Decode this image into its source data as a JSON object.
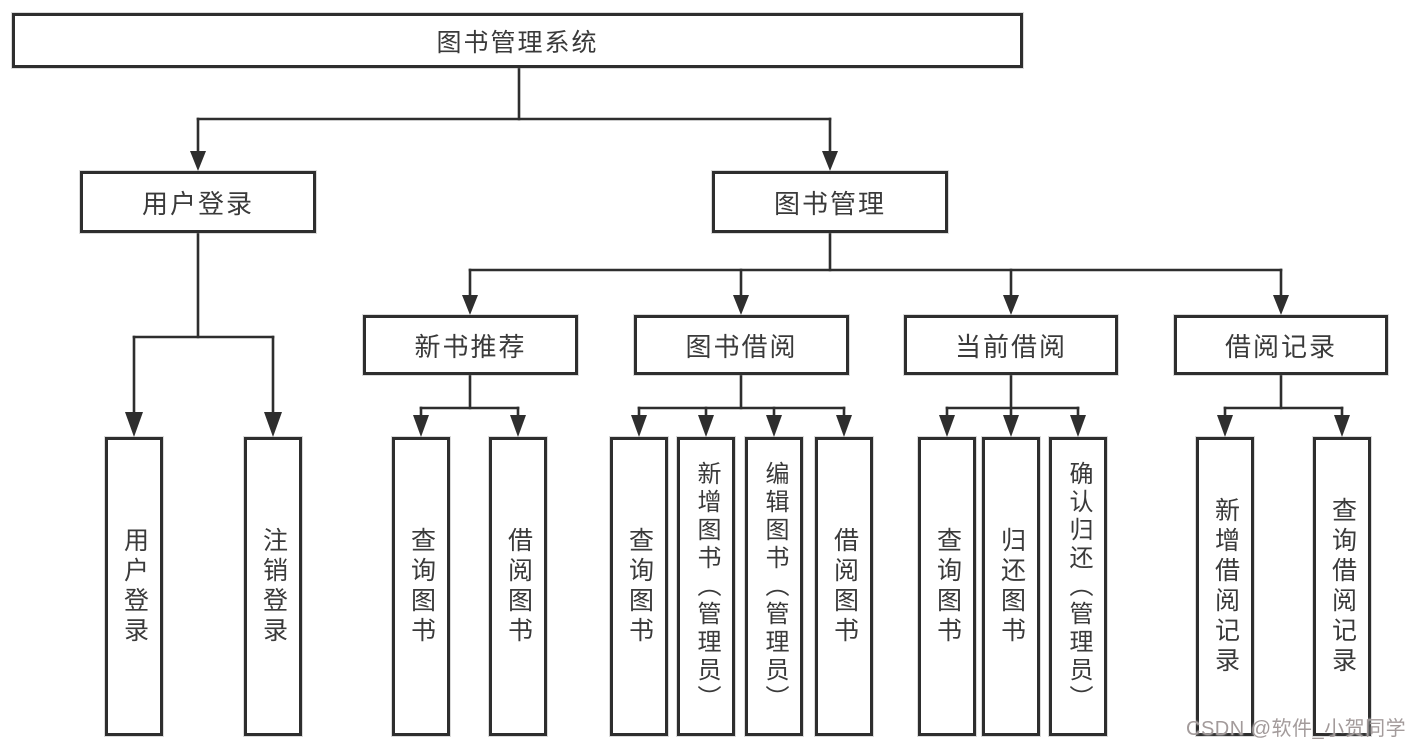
{
  "diagram": {
    "title_node": "图书管理系统",
    "root": {
      "label": "图书管理系统"
    },
    "level1": [
      {
        "label": "用户登录"
      },
      {
        "label": "图书管理"
      }
    ],
    "level2": [
      {
        "label": "新书推荐",
        "parent": "图书管理"
      },
      {
        "label": "图书借阅",
        "parent": "图书管理"
      },
      {
        "label": "当前借阅",
        "parent": "图书管理"
      },
      {
        "label": "借阅记录",
        "parent": "图书管理"
      }
    ],
    "leaves": [
      {
        "label": "用户登录",
        "parent": "用户登录"
      },
      {
        "label": "注销登录",
        "parent": "用户登录"
      },
      {
        "label": "查询图书",
        "parent": "新书推荐"
      },
      {
        "label": "借阅图书",
        "parent": "新书推荐"
      },
      {
        "label": "查询图书",
        "parent": "图书借阅"
      },
      {
        "label": "新增图书（管理员）",
        "parent": "图书借阅"
      },
      {
        "label": "编辑图书（管理员）",
        "parent": "图书借阅"
      },
      {
        "label": "借阅图书",
        "parent": "图书借阅"
      },
      {
        "label": "查询图书",
        "parent": "当前借阅"
      },
      {
        "label": "归还图书",
        "parent": "当前借阅"
      },
      {
        "label": "确认归还（管理员）",
        "parent": "当前借阅"
      },
      {
        "label": "新增借阅记录",
        "parent": "借阅记录"
      },
      {
        "label": "查询借阅记录",
        "parent": "借阅记录"
      }
    ]
  },
  "watermark": {
    "text": "CSDN @软件_小贺同学",
    "color": "#a39b9b"
  },
  "colors": {
    "line": "#2e2e2e",
    "text": "#3a3a3a",
    "background": "#ffffff"
  }
}
